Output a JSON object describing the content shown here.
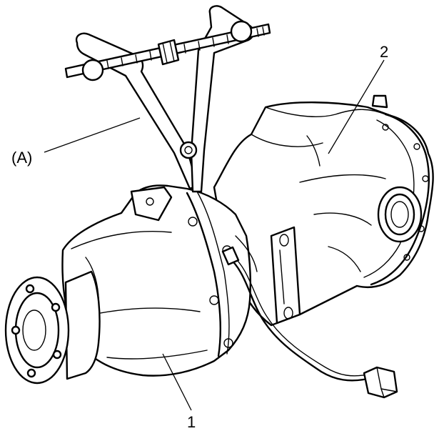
{
  "diagram": {
    "callouts": [
      {
        "id": "tool",
        "label": "(A)"
      },
      {
        "id": "part1",
        "label": "1"
      },
      {
        "id": "part2",
        "label": "2"
      }
    ]
  }
}
